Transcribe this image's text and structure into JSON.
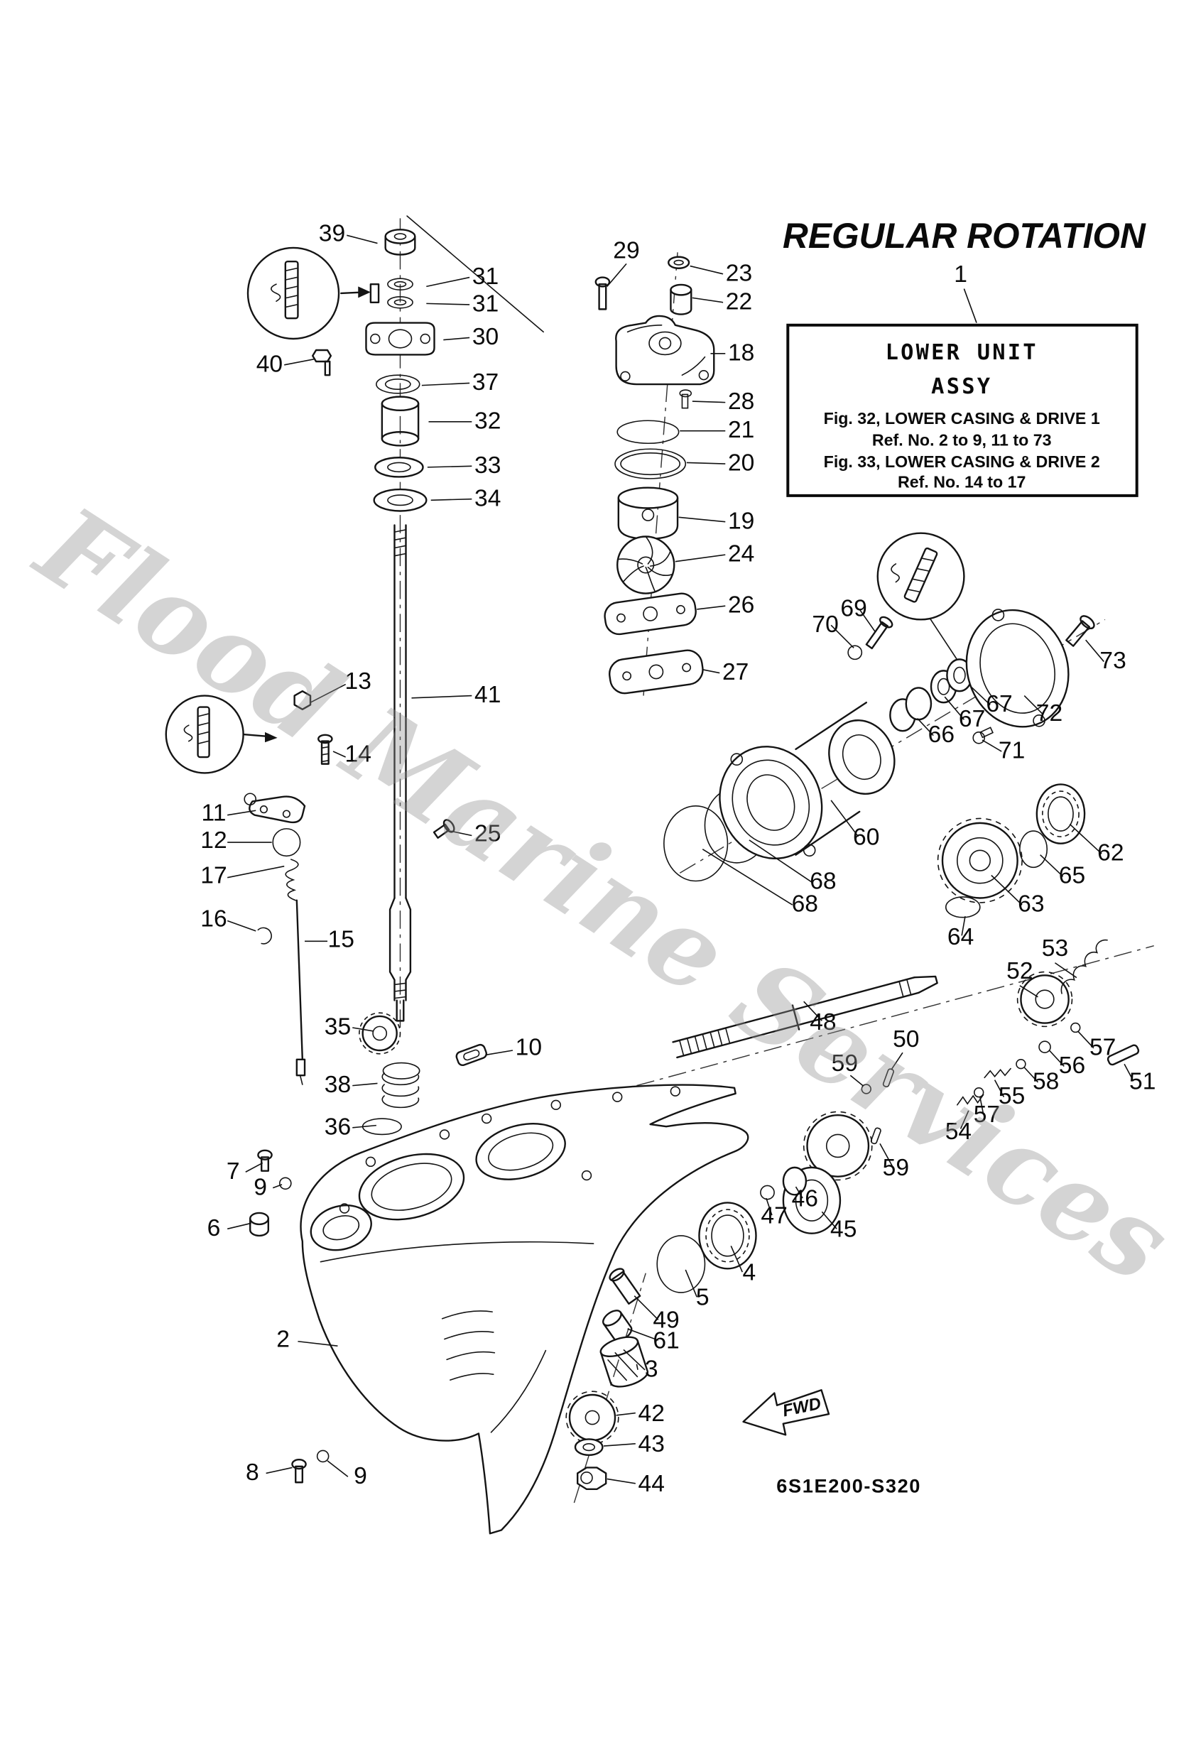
{
  "title": "REGULAR ROTATION",
  "watermark": "Flood Marine Services",
  "diagram_code": "6S1E200-S320",
  "fwd_label": "FWD",
  "info_box": {
    "ref_number": "1",
    "line1": "LOWER UNIT",
    "line2": "ASSY",
    "line3": "Fig. 32, LOWER CASING & DRIVE 1",
    "line4": "Ref. No. 2 to 9, 11 to 73",
    "line5": "Fig. 33, LOWER CASING & DRIVE 2",
    "line6": "Ref. No. 14 to 17"
  },
  "callouts": [
    "39",
    "31",
    "31",
    "30",
    "40",
    "37",
    "32",
    "33",
    "34",
    "29",
    "23",
    "22",
    "18",
    "28",
    "21",
    "20",
    "19",
    "24",
    "26",
    "27",
    "70",
    "69",
    "73",
    "72",
    "67",
    "67",
    "66",
    "71",
    "60",
    "62",
    "65",
    "63",
    "64",
    "68",
    "68",
    "13",
    "41",
    "14",
    "11",
    "12",
    "25",
    "17",
    "16",
    "15",
    "53",
    "52",
    "48",
    "57",
    "56",
    "51",
    "58",
    "55",
    "50",
    "59",
    "54",
    "57",
    "59",
    "35",
    "10",
    "38",
    "36",
    "7",
    "9",
    "6",
    "46",
    "47",
    "45",
    "4",
    "5",
    "49",
    "61",
    "3",
    "2",
    "42",
    "43",
    "44",
    "8",
    "9",
    "1"
  ]
}
